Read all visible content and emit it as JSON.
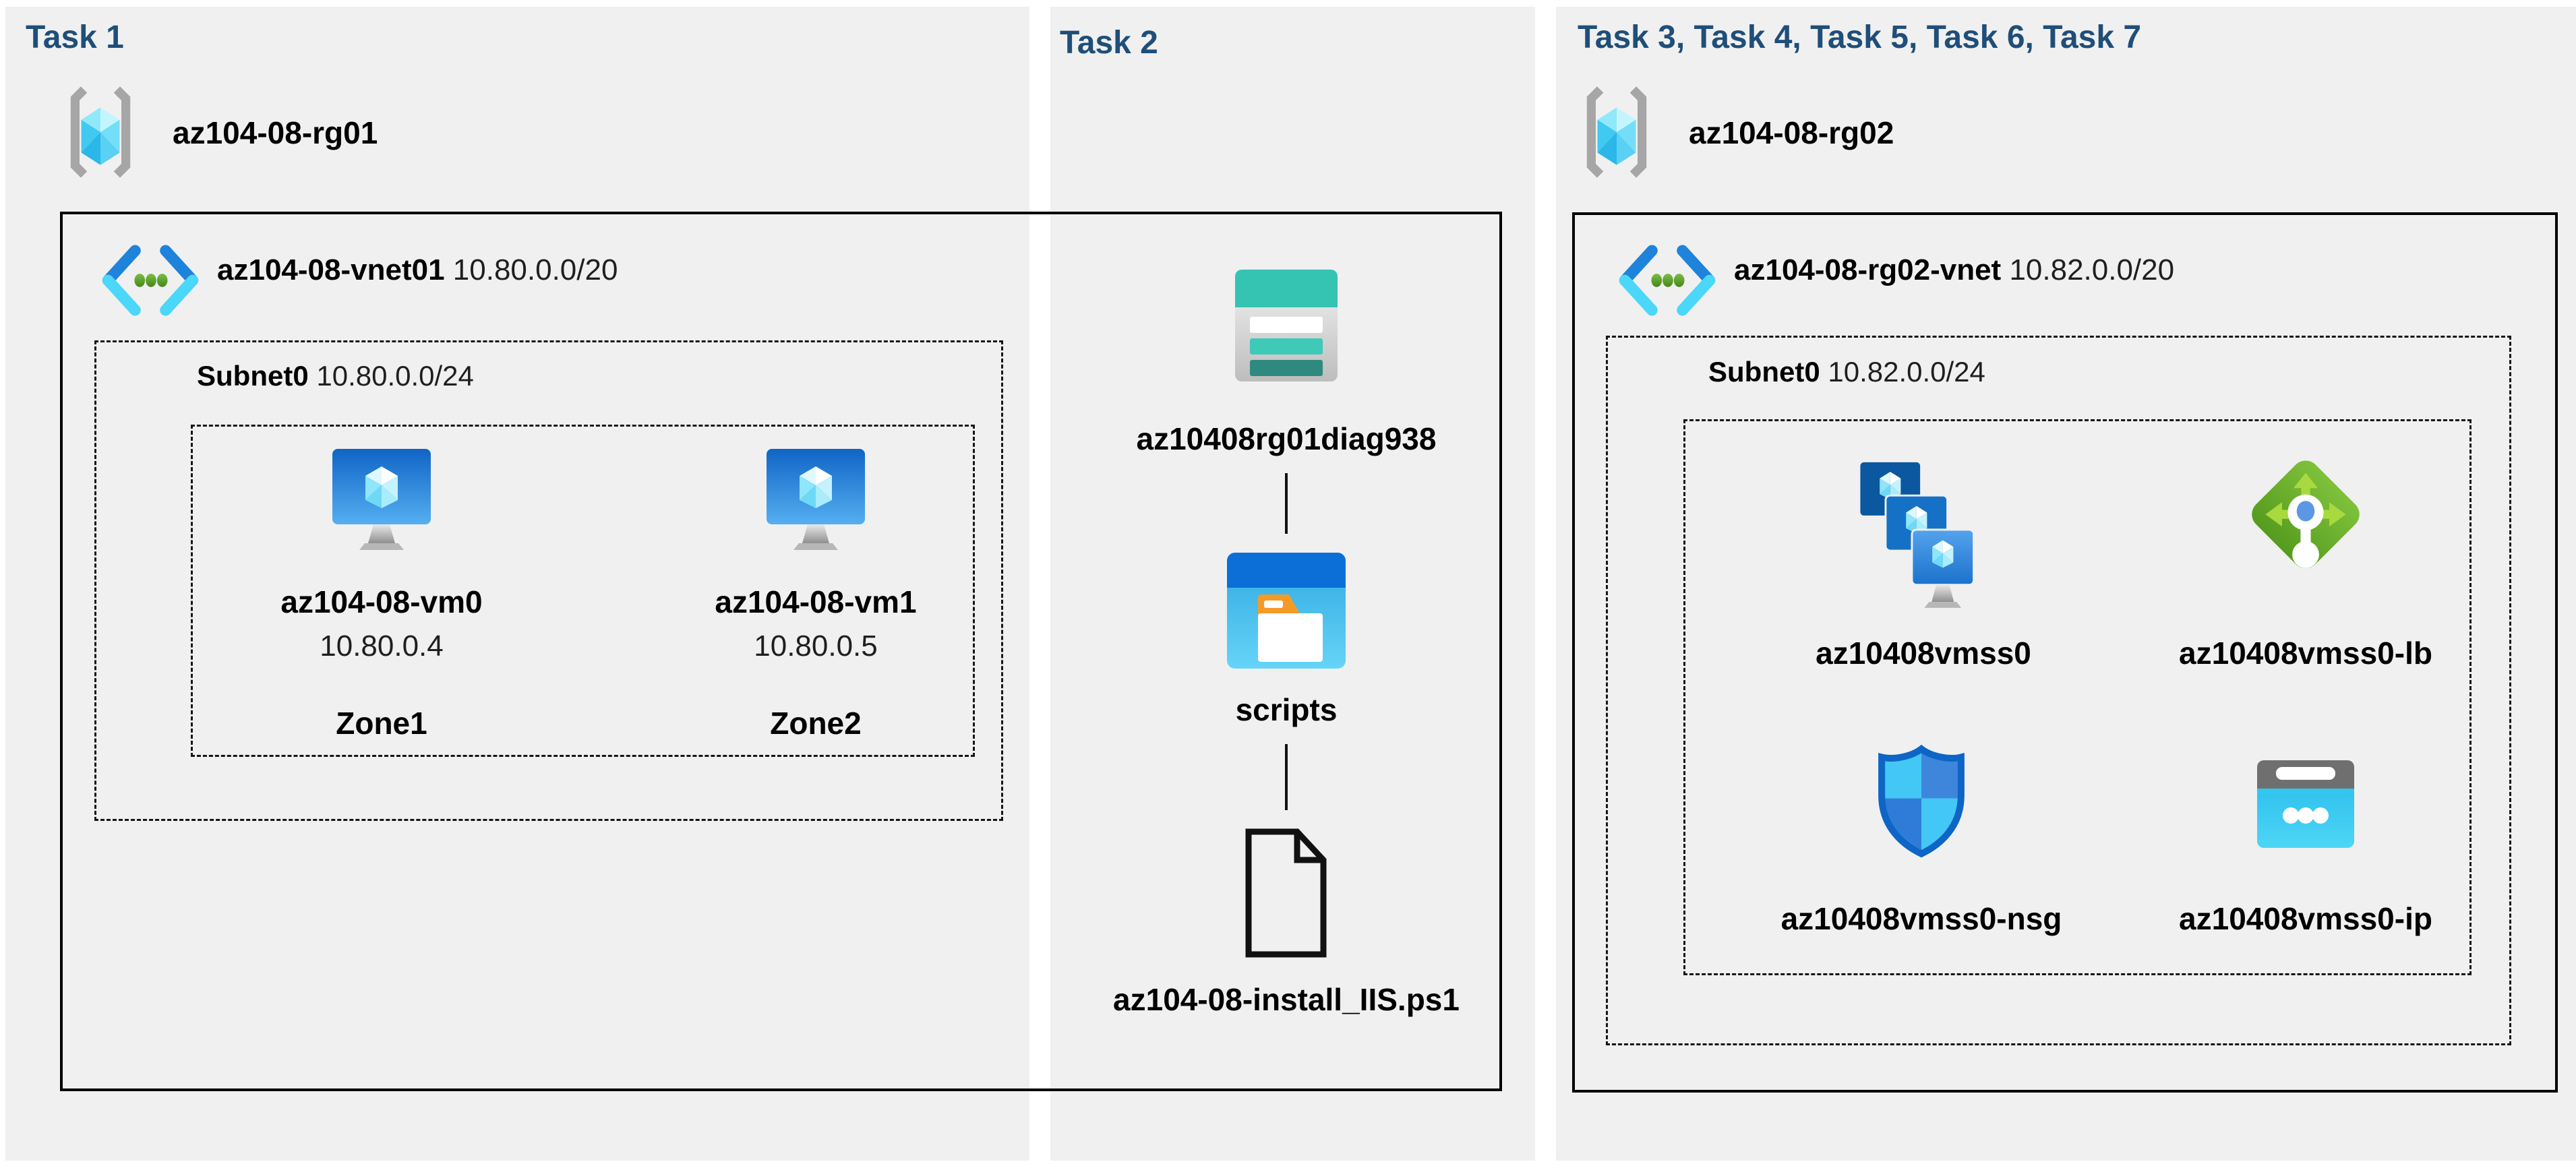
{
  "page": {
    "bg": "#ffffff",
    "panel_bg": "#f0f0f0",
    "heading_color": "#1f4e79",
    "border_color": "#000000"
  },
  "task1": {
    "heading": "Task 1",
    "resource_group": "az104-08-rg01",
    "vnet_name": "az104-08-vnet01",
    "vnet_cidr": "10.80.0.0/20",
    "subnet_name": "Subnet0",
    "subnet_cidr": "10.80.0.0/24",
    "vms": [
      {
        "name": "az104-08-vm0",
        "ip": "10.80.0.4",
        "zone": "Zone1"
      },
      {
        "name": "az104-08-vm1",
        "ip": "10.80.0.5",
        "zone": "Zone2"
      }
    ]
  },
  "task2": {
    "heading": "Task 2",
    "storage_account": "az10408rg01diag938",
    "container": "scripts",
    "script_file": "az104-08-install_IIS.ps1"
  },
  "task3": {
    "heading": "Task 3, Task 4, Task 5, Task 6, Task 7",
    "resource_group": "az104-08-rg02",
    "vnet_name": "az104-08-rg02-vnet",
    "vnet_cidr": "10.82.0.0/20",
    "subnet_name": "Subnet0",
    "subnet_cidr": "10.82.0.0/24",
    "resources": [
      {
        "name": "az10408vmss0",
        "type": "vm-scale-set"
      },
      {
        "name": "az10408vmss0-lb",
        "type": "load-balancer"
      },
      {
        "name": "az10408vmss0-nsg",
        "type": "network-security-group"
      },
      {
        "name": "az10408vmss0-ip",
        "type": "public-ip"
      }
    ]
  }
}
